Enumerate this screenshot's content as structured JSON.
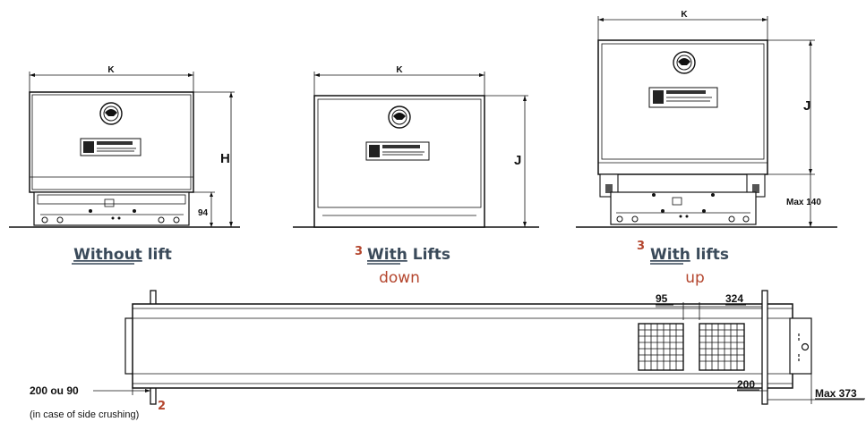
{
  "views": {
    "without_lift": {
      "dim_width": "K",
      "dim_height": "H",
      "dim_base": "94",
      "caption_underlined": "Without",
      "caption_rest": " lift"
    },
    "lifts_down": {
      "dim_width": "K",
      "dim_height": "J",
      "note_number": "3",
      "caption_underlined": "With",
      "caption_rest": " Lifts",
      "caption_sub": "down"
    },
    "lifts_up": {
      "dim_width": "K",
      "dim_height": "J",
      "dim_base": "Max 140",
      "note_number": "3",
      "caption_underlined": "With",
      "caption_rest": " lifts",
      "caption_sub": "up"
    }
  },
  "top_view": {
    "dim_95": "95",
    "dim_324": "324",
    "dim_200": "200",
    "dim_max373": "Max 373",
    "dim_side": "200 ou 90",
    "side_note": "(in case of side crushing)",
    "side_note_number": "2"
  },
  "colors": {
    "line": "#111111",
    "caption": "#3a4a5a",
    "accent": "#b4462e"
  }
}
